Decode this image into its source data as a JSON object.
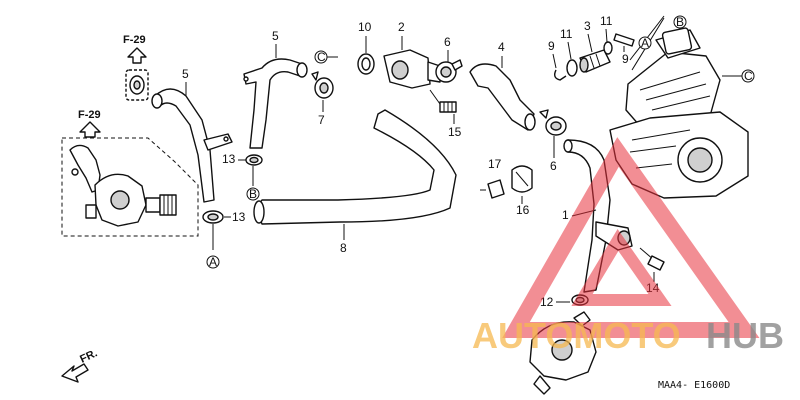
{
  "refs": {
    "f29_top": "F-29",
    "f29_left": "F-29",
    "fr_arrow": "FR.",
    "diagram_code": "MAA4- E1600D"
  },
  "callouts": {
    "a_left": "A",
    "a_right": "A",
    "b_left": "B",
    "b_right": "B",
    "c_left": "C",
    "c_right": "C"
  },
  "part_numbers": {
    "p1": "1",
    "p2": "2",
    "p3": "3",
    "p4": "4",
    "p5a": "5",
    "p5b": "5",
    "p6a": "6",
    "p6b": "6",
    "p7": "7",
    "p8": "8",
    "p9a": "9",
    "p9b": "9",
    "p10": "10",
    "p11a": "11",
    "p11b": "11",
    "p12": "12",
    "p13a": "13",
    "p13b": "13",
    "p14": "14",
    "p15": "15",
    "p16": "16",
    "p17": "17"
  },
  "watermark": {
    "brand_left": "AUTOMOTO",
    "brand_right": "HUB",
    "watermark_color": "#e8323c",
    "accent_color": "#f5b850"
  }
}
